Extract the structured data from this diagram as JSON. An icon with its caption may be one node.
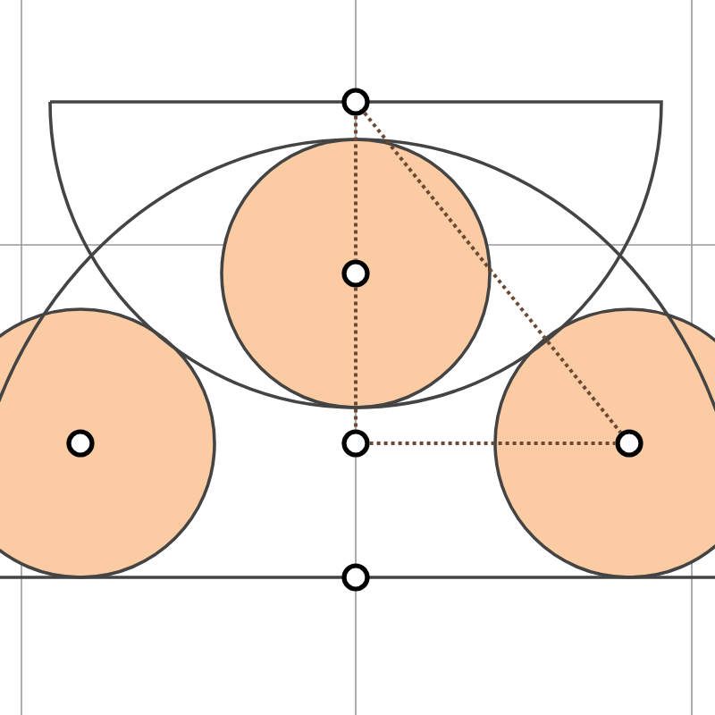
{
  "diagram": {
    "nodes": [
      {
        "text": [],
        "shape": "circle"
      },
      {
        "text": [],
        "shape": "circle"
      },
      {
        "text": [],
        "shape": "circle"
      },
      {
        "text": [],
        "shape": "circle"
      },
      {
        "text": [],
        "shape": "circle"
      },
      {
        "text": [],
        "shape": "circle"
      }
    ],
    "edges": [
      {
        "from": 1,
        "to": 2,
        "arrow": "none"
      },
      {
        "from": 2,
        "to": 3,
        "arrow": "none"
      },
      {
        "from": 1,
        "to": 5,
        "arrow": "none"
      },
      {
        "from": 3,
        "to": 5,
        "arrow": "none"
      }
    ]
  }
}
